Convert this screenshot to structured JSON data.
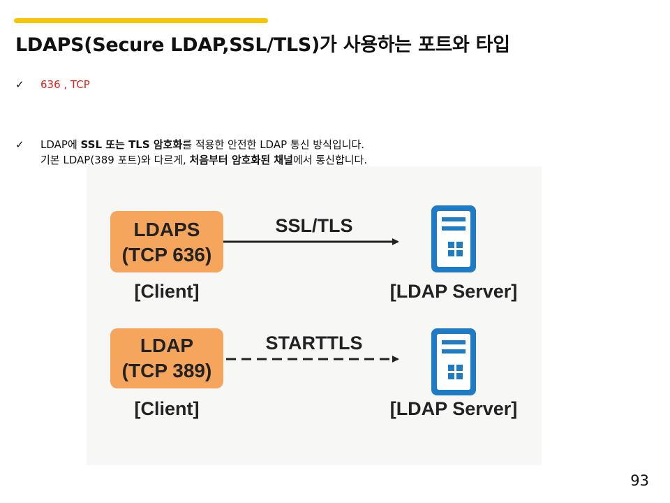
{
  "slide": {
    "title": "LDAPS(Secure LDAP,SSL/TLS)가 사용하는 포트와 타입",
    "check_icon": "✓",
    "bullet1": "636 , TCP",
    "bullet2_line1": {
      "t1": "LDAP에 ",
      "b1": "SSL 또는 TLS 암호화",
      "t2": "를 적용한 안전한 LDAP 통신 방식입니다."
    },
    "bullet2_line2": {
      "t1": "기본 LDAP(389 포트)와 다르게, ",
      "b1": "처음부터 암호화된 채널",
      "t2": "에서 통신합니다."
    },
    "page_number": "93"
  },
  "diagram": {
    "colors": {
      "box": "#f6a55c",
      "server": "#1e7bc4",
      "arrow": "#222222"
    },
    "rows": [
      {
        "box_line1": "LDAPS",
        "box_line2": "(TCP 636)",
        "client_label": "[Client]",
        "arrow_label": "SSL/TLS",
        "arrow_style": "solid",
        "server_label": "[LDAP Server]",
        "server_icon": "server-icon"
      },
      {
        "box_line1": "LDAP",
        "box_line2": "(TCP 389)",
        "client_label": "[Client]",
        "arrow_label": "STARTTLS",
        "arrow_style": "dashed",
        "server_label": "[LDAP Server]",
        "server_icon": "server-icon"
      }
    ]
  }
}
